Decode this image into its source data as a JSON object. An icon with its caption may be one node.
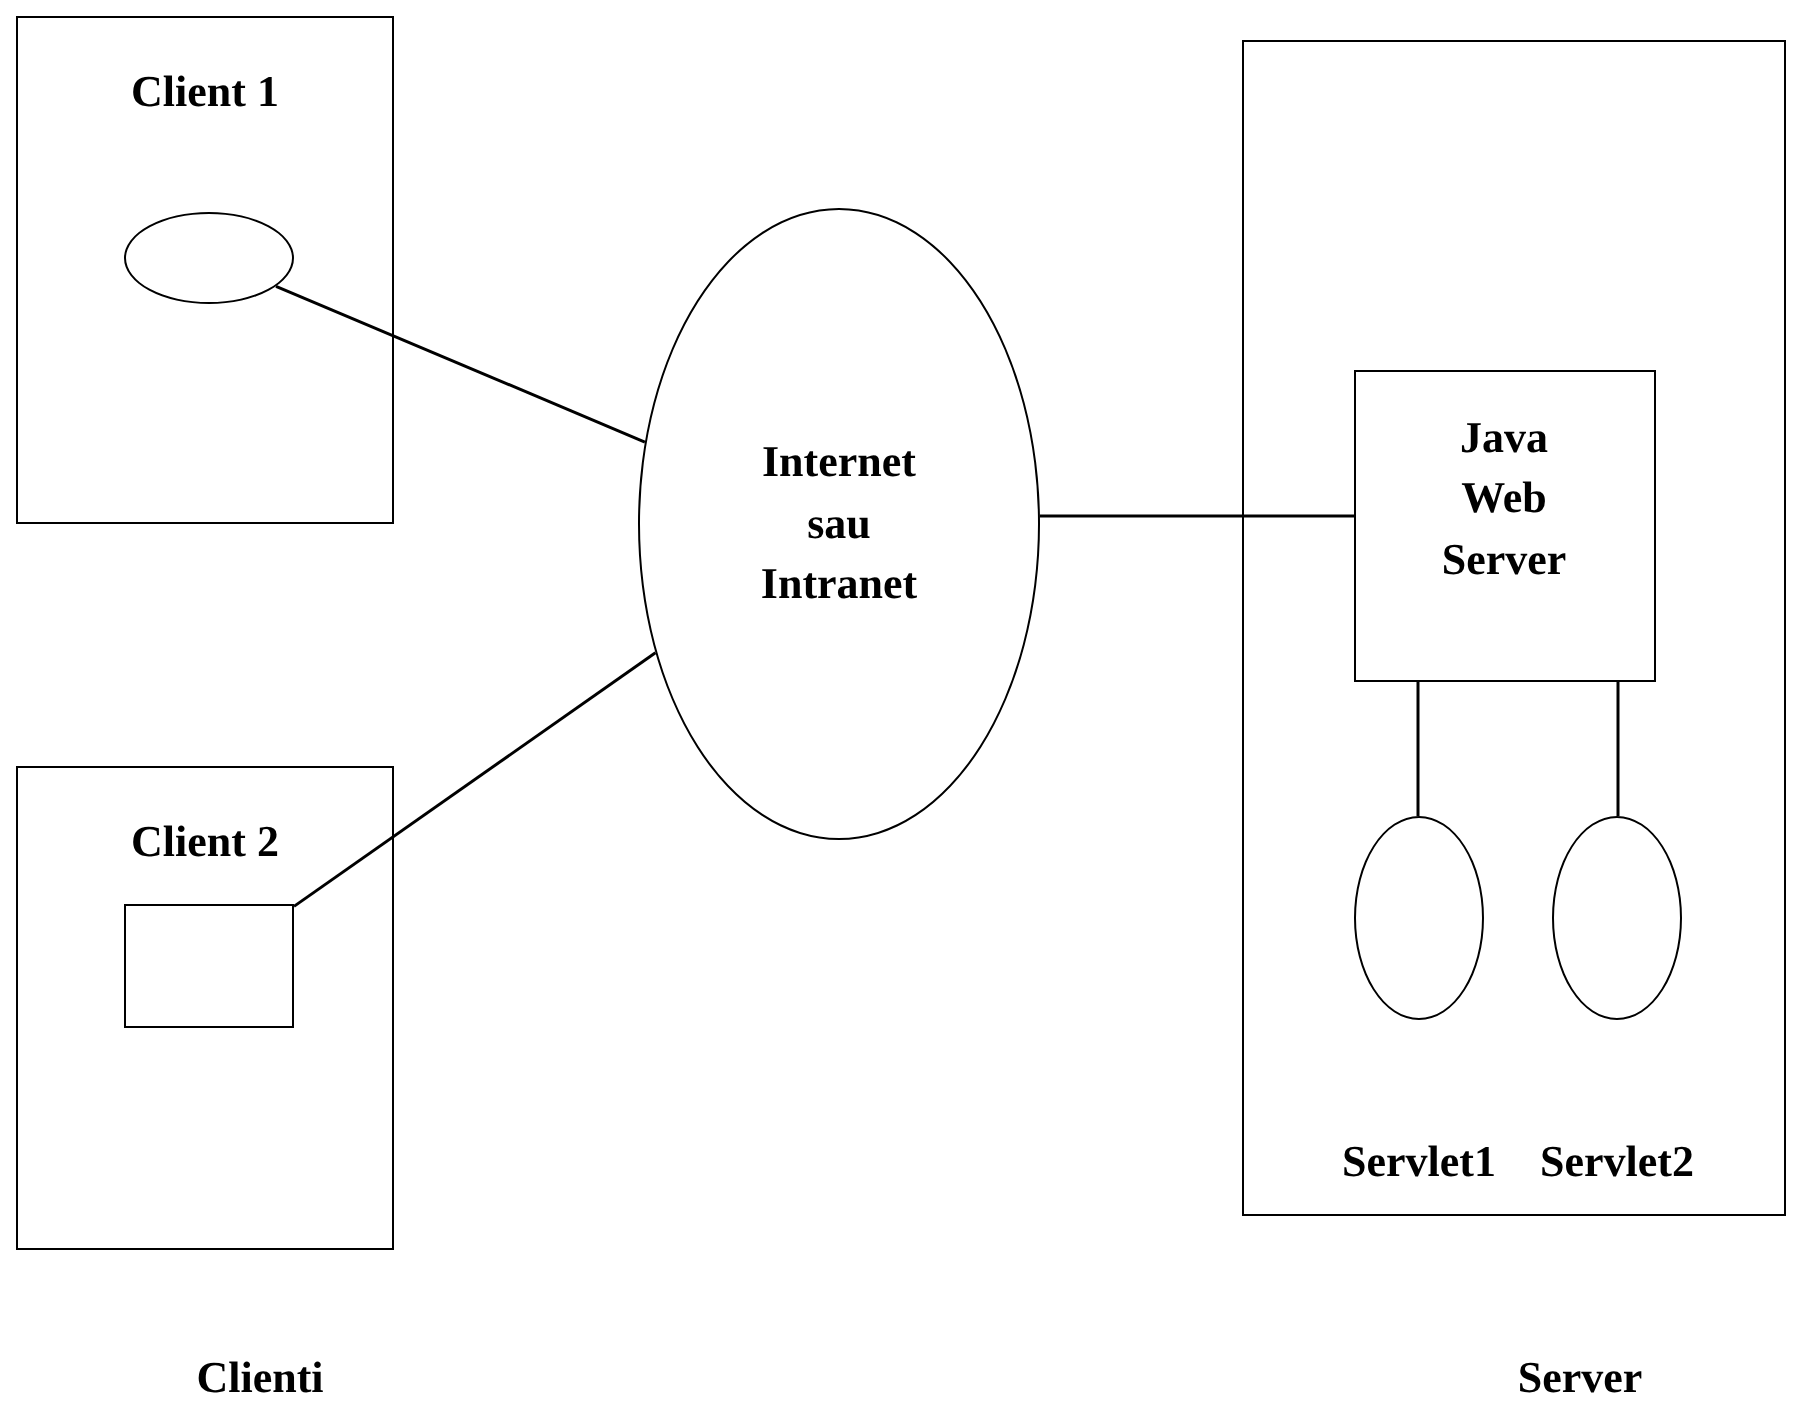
{
  "diagram": {
    "nodes": [
      {
        "text": [
          "Client 1"
        ]
      },
      {
        "text": [],
        "shape": "circle",
        "in": 0
      },
      {
        "text": [
          "Client 2"
        ]
      },
      {
        "text": [],
        "shape": "box",
        "in": 2
      },
      {
        "text": [
          "Internet sau Intranet"
        ]
      },
      {
        "text": [],
        "shape": "box"
      },
      {
        "text": [
          "Java Web Server"
        ],
        "in": 5
      },
      {
        "text": [],
        "shape": "circle",
        "in": 5,
        "beside": [
          "Servlet1"
        ]
      },
      {
        "text": [],
        "shape": "circle",
        "in": 5,
        "beside": [
          "Servlet2"
        ]
      }
    ],
    "edges": [
      {
        "from": 1,
        "to": 4,
        "arrow": "none"
      },
      {
        "from": 3,
        "to": 4,
        "arrow": "none"
      },
      {
        "from": 4,
        "to": 6,
        "arrow": "none"
      },
      {
        "from": 6,
        "to": 7,
        "arrow": "none"
      },
      {
        "from": 6,
        "to": 8,
        "arrow": "none"
      }
    ],
    "labels": [
      "Clienti",
      "Server"
    ]
  }
}
